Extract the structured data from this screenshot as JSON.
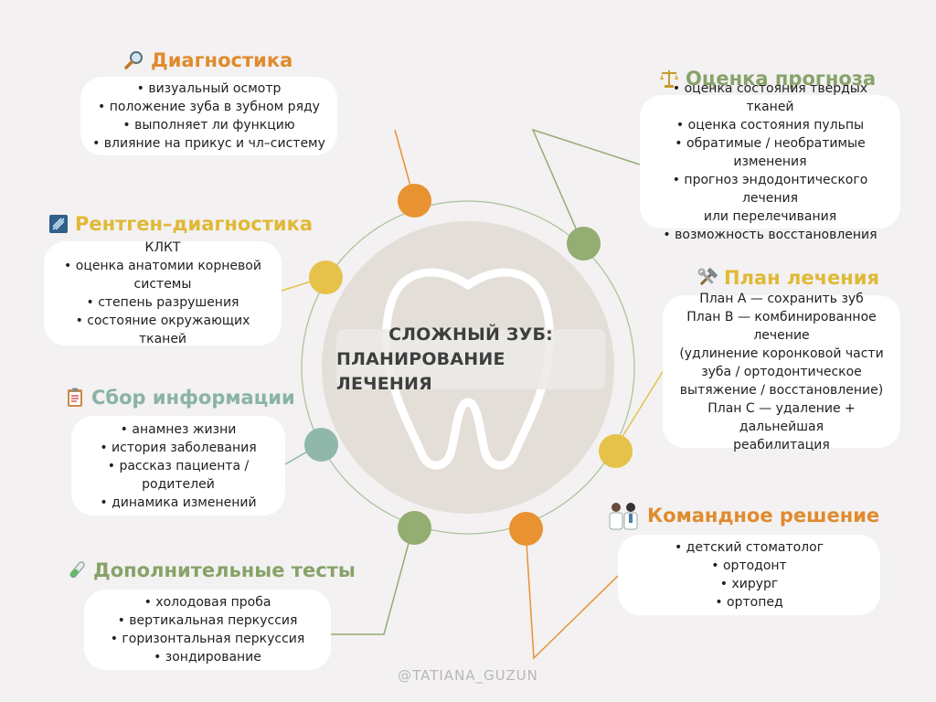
{
  "colors": {
    "orange": "#e89232",
    "yellow": "#e6c24a",
    "sage": "#8fb8aa",
    "green": "#94ad72",
    "background": "#f3f1f1",
    "tooth_circle": "#e3dfd8"
  },
  "center": {
    "title_line1": "СЛОЖНЫЙ ЗУБ:",
    "title_line2": "ПЛАНИРОВАНИЕ ЛЕЧЕНИЯ",
    "icon": "tooth-icon"
  },
  "sections": {
    "diagnostics": {
      "title": "Диагностика",
      "icon": "magnifier-icon",
      "items": [
        "• визуальный осмотр",
        "• положение зуба в зубном ряду",
        "• выполняет ли функцию",
        "• влияние на прикус и чл–систему"
      ]
    },
    "xray": {
      "title": "Рентген–диагностика",
      "icon": "xray-icon",
      "items": [
        "КЛКТ",
        "• оценка анатомии корневой",
        "системы",
        "• степень разрушения",
        "• состояние окружающих тканей"
      ]
    },
    "info": {
      "title": "Сбор информации",
      "icon": "clipboard-icon",
      "items": [
        "• анамнез жизни",
        "• история заболевания",
        "• рассказ пациента /",
        "родителей",
        "• динамика изменений"
      ]
    },
    "tests": {
      "title": "Дополнительные тесты",
      "icon": "test-tube-icon",
      "items": [
        "• холодовая проба",
        "• вертикальная перкуссия",
        "• горизонтальная перкуссия",
        "• зондирование"
      ]
    },
    "prognosis": {
      "title": "Оценка прогноза",
      "icon": "scales-icon",
      "items": [
        "• оценка состояния твердых тканей",
        "• оценка состояния пульпы",
        "•  обратимые / необратимые",
        "изменения",
        "• прогноз эндодонтического лечения",
        "или перелечивания",
        "• возможность восстановления"
      ]
    },
    "plan": {
      "title": "План лечения",
      "icon": "tools-icon",
      "items": [
        "План А — сохранить зуб",
        "План В — комбинированное",
        "лечение",
        "(удлинение коронковой части",
        "зуба / ортодонтическое",
        "вытяжение / восстановление)",
        "План С — удаление + дальнейшая",
        "реабилитация"
      ]
    },
    "team": {
      "title": "Командное решение",
      "icon": "doctors-icon",
      "items": [
        "• детский стоматолог",
        "• ортодонт",
        "• хирург",
        "• ортопед"
      ]
    }
  },
  "credit": "@TATIANA_GUZUN"
}
